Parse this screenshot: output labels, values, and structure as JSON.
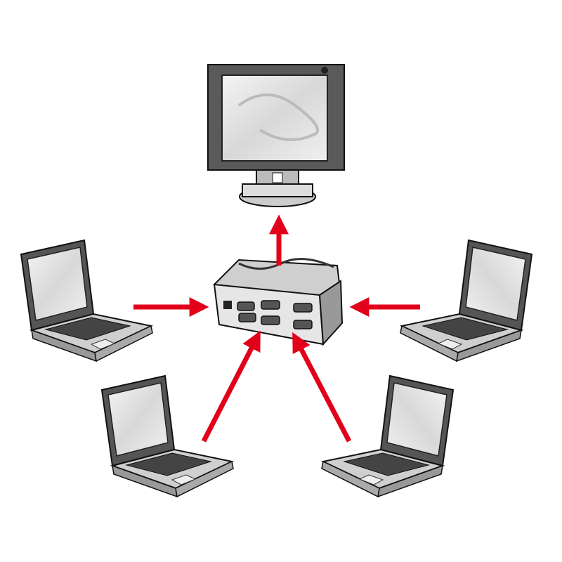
{
  "diagram": {
    "type": "network-topology",
    "hub": {
      "icon": "serial-switch-box-icon",
      "ports": 4
    },
    "output": {
      "icon": "monitor-icon"
    },
    "inputs": [
      {
        "icon": "laptop-icon",
        "position": "left"
      },
      {
        "icon": "laptop-icon",
        "position": "right"
      },
      {
        "icon": "laptop-icon",
        "position": "bottom-left"
      },
      {
        "icon": "laptop-icon",
        "position": "bottom-right"
      }
    ],
    "arrow_color": "#e2001a",
    "line_color": "#1a1a1a"
  }
}
